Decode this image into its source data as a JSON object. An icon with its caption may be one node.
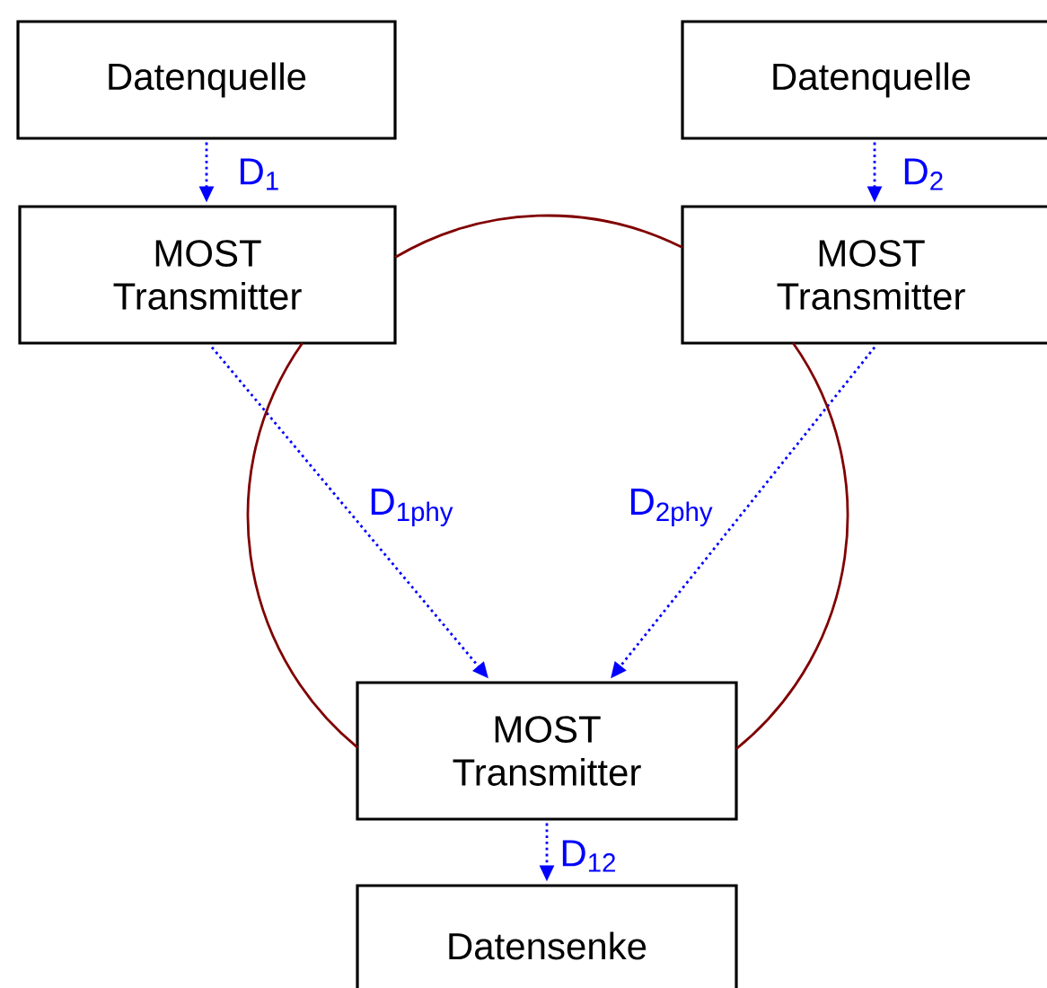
{
  "diagram": {
    "nodes": [
      {
        "text": [
          "Datenquelle"
        ]
      },
      {
        "text": [
          "Datenquelle"
        ]
      },
      {
        "text": [
          "MOST Transmitter"
        ]
      },
      {
        "text": [
          "MOST Transmitter"
        ]
      },
      {
        "text": [
          "MOST Transmitter"
        ]
      },
      {
        "text": [
          "Datensenke"
        ]
      }
    ],
    "edges": [
      {
        "from": 0,
        "to": 2,
        "arrow": "to",
        "label": "D$_{1}$",
        "style": "dashed"
      },
      {
        "from": 1,
        "to": 3,
        "arrow": "to",
        "label": "D$_{2}$",
        "style": "dashed"
      },
      {
        "from": 2,
        "to": 4,
        "arrow": "to",
        "label": "D$_{1phy}$",
        "style": "dashed"
      },
      {
        "from": 3,
        "to": 4,
        "arrow": "to",
        "label": "D$_{2phy}$",
        "style": "dashed"
      },
      {
        "from": 4,
        "to": 5,
        "arrow": "to",
        "label": "D$_{12}$",
        "style": "dashed"
      },
      {
        "from": 2,
        "to": 3,
        "arrow": "none",
        "color": "#800000"
      },
      {
        "from": 3,
        "to": 4,
        "arrow": "none",
        "color": "#800000"
      },
      {
        "from": 4,
        "to": 2,
        "arrow": "none",
        "color": "#800000"
      }
    ]
  }
}
